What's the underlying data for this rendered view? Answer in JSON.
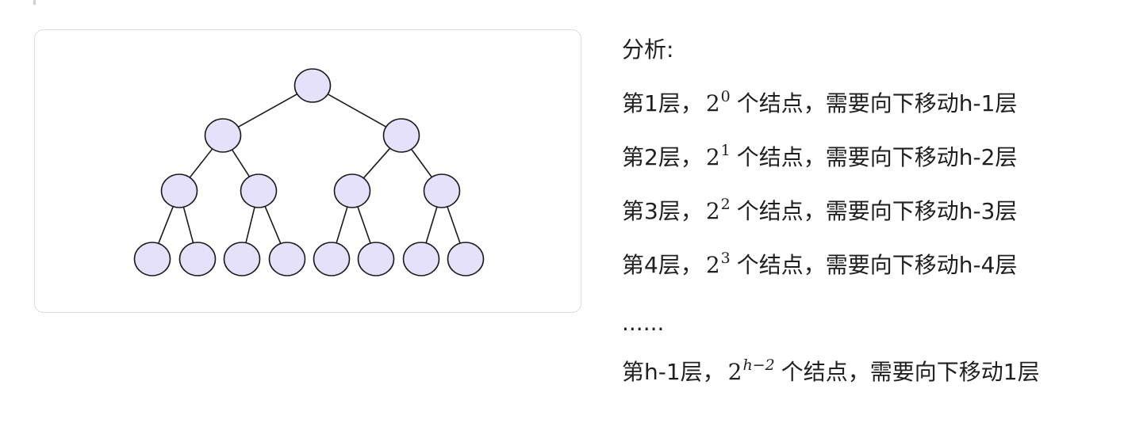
{
  "analysis": {
    "heading": "分析:",
    "levels": [
      {
        "prefix": "第1层，",
        "base": "2",
        "exp": "0",
        "suffix": "个结点，需要向下移动h-1层"
      },
      {
        "prefix": "第2层，",
        "base": "2",
        "exp": "1",
        "suffix": "个结点，需要向下移动h-2层"
      },
      {
        "prefix": "第3层，",
        "base": "2",
        "exp": "2",
        "suffix": "个结点，需要向下移动h-3层"
      },
      {
        "prefix": "第4层，",
        "base": "2",
        "exp": "3",
        "suffix": "个结点，需要向下移动h-4层"
      }
    ],
    "ellipsis": "......",
    "last_level": {
      "prefix": "第h-1层，",
      "base": "2",
      "exp": "h−2",
      "suffix": "个结点，需要向下移动1层"
    }
  },
  "diagram": {
    "node_fill": "#e6e1fb",
    "stroke_color": "#1a1a1a",
    "levels": 4
  }
}
